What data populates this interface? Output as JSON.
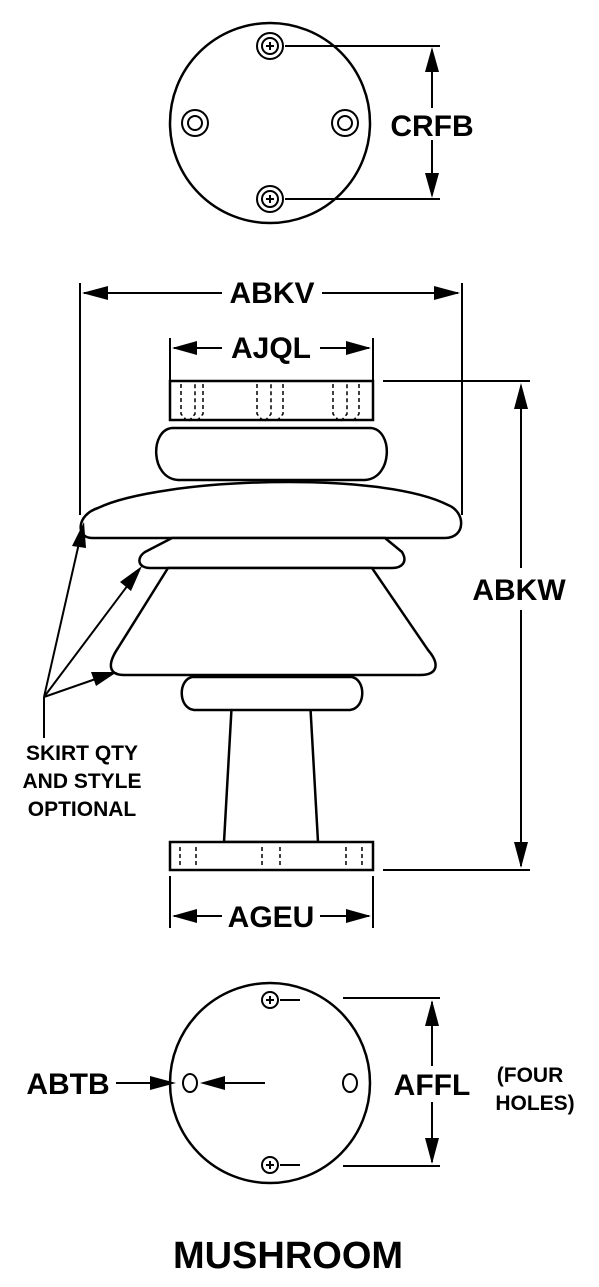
{
  "labels": {
    "crfb": "CRFB",
    "abkv": "ABKV",
    "ajql": "AJQL",
    "abkw": "ABKW",
    "ageu": "AGEU",
    "abtb": "ABTB",
    "affl": "AFFL",
    "four_holes_line1": "(FOUR",
    "four_holes_line2": "HOLES)",
    "skirt_line1": "SKIRT QTY",
    "skirt_line2": "AND STYLE",
    "skirt_line3": "OPTIONAL",
    "title": "MUSHROOM"
  }
}
